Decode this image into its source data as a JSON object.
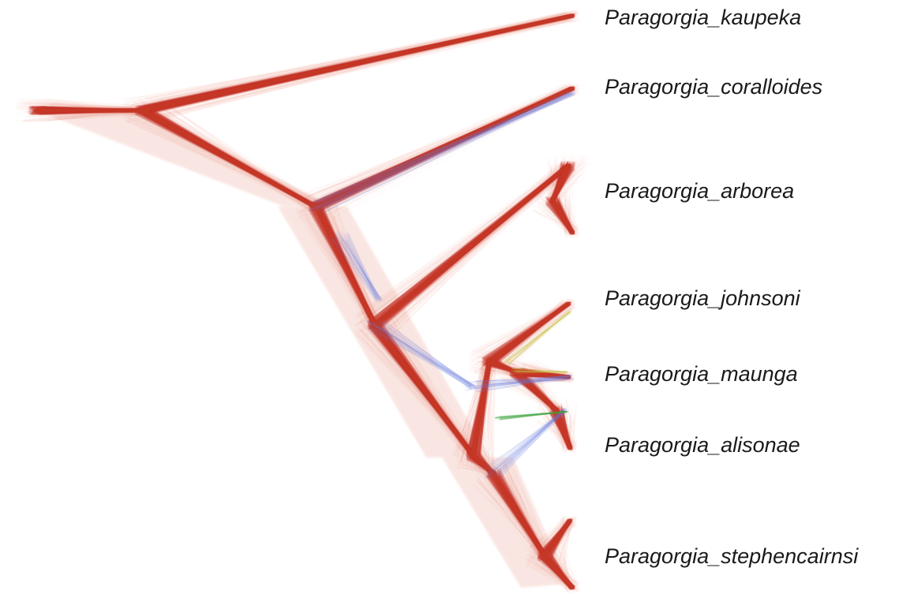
{
  "figure": {
    "type": "densitree",
    "colors": {
      "consensus": "#c8392b",
      "consensus_light": "#e8937f",
      "alternative_1": "#6f7fe3",
      "alternative_2": "#3aa33a",
      "alternative_3": "#c9c24a"
    },
    "taxa": [
      "Paragorgia_kaupeka",
      "Paragorgia_coralloides",
      "Paragorgia_arborea",
      "Paragorgia_johnsoni",
      "Paragorgia_maunga",
      "Paragorgia_alisonae",
      "Paragorgia_stephencairnsi"
    ]
  }
}
